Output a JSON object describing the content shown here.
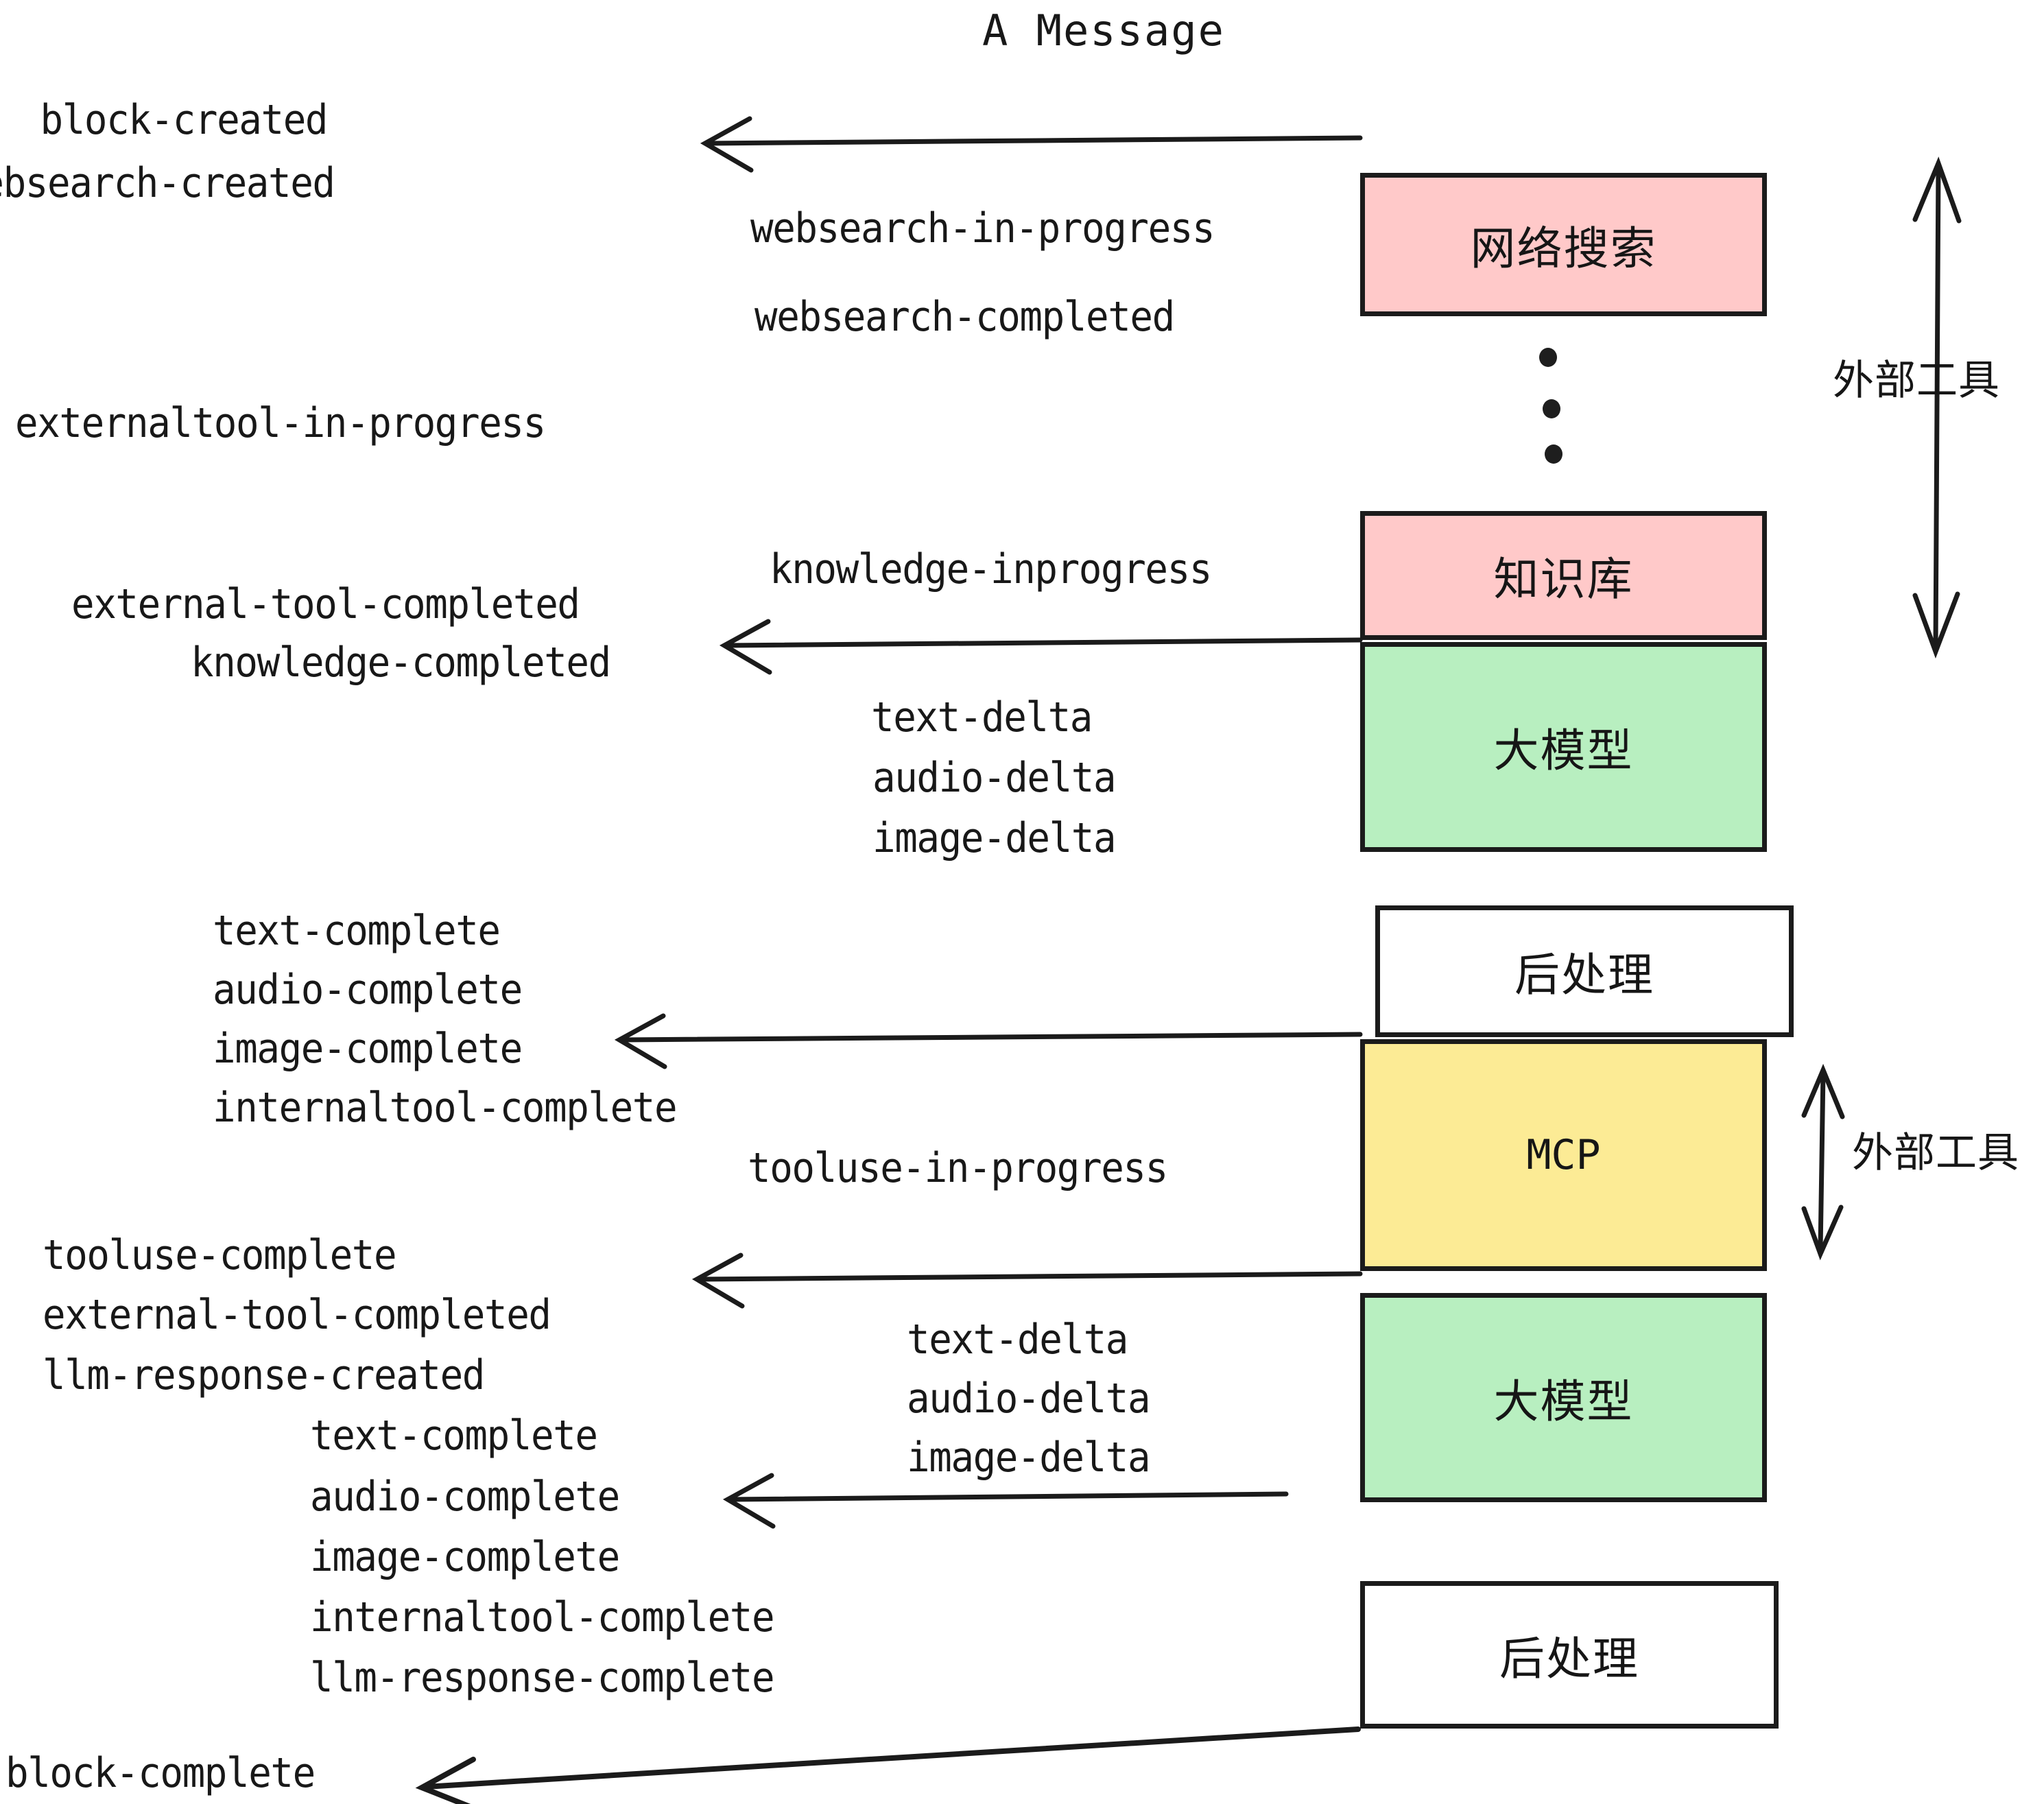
{
  "title": "A Message",
  "colors": {
    "pink": "#FFC9C9",
    "green": "#B8EFC0",
    "yellow": "#FCEB95",
    "white": "#FFFFFF",
    "stroke": "#1b1b1b",
    "text": "#181818"
  },
  "boxes": [
    {
      "id": "websearch",
      "label": "网络搜索",
      "fill": "#FFC9C9",
      "mono": false
    },
    {
      "id": "knowledge",
      "label": "知识库",
      "fill": "#FFC9C9",
      "mono": false
    },
    {
      "id": "llm-top",
      "label": "大模型",
      "fill": "#B8EFC0",
      "mono": false
    },
    {
      "id": "postprocess-top",
      "label": "后处理",
      "fill": "#FFFFFF",
      "mono": false
    },
    {
      "id": "mcp",
      "label": "MCP",
      "fill": "#FCEB95",
      "mono": true
    },
    {
      "id": "llm-bottom",
      "label": "大模型",
      "fill": "#B8EFC0",
      "mono": false
    },
    {
      "id": "postprocess-bottom",
      "label": "后处理",
      "fill": "#FFFFFF",
      "mono": false
    }
  ],
  "side_labels": [
    {
      "id": "external-tools-upper",
      "text": "外部工具"
    },
    {
      "id": "external-tools-lower",
      "text": "外部工具"
    }
  ],
  "events": {
    "block_created": "block-created",
    "websearch_created": "websearch-created",
    "websearch_in_progress": "websearch-in-progress",
    "websearch_completed": "websearch-completed",
    "externaltool_in_progress": "externaltool-in-progress",
    "knowledge_inprogress": "knowledge-inprogress",
    "external_tool_completed_1": "external-tool-completed",
    "knowledge_completed": "knowledge-completed",
    "text_delta_1": "text-delta",
    "audio_delta_1": "audio-delta",
    "image_delta_1": "image-delta",
    "text_complete_1": "text-complete",
    "audio_complete_1": "audio-complete",
    "image_complete_1": "image-complete",
    "internaltool_complete_1": "internaltool-complete",
    "tooluse_in_progress": "tooluse-in-progress",
    "tooluse_complete": "tooluse-complete",
    "external_tool_completed_2": "external-tool-completed",
    "llm_response_created": "llm-response-created",
    "text_delta_2": "text-delta",
    "audio_delta_2": "audio-delta",
    "image_delta_2": "image-delta",
    "text_complete_2": "text-complete",
    "audio_complete_2": "audio-complete",
    "image_complete_2": "image-complete",
    "internaltool_complete_2": "internaltool-complete",
    "llm_response_complete": "llm-response-complete",
    "block_complete": "block-complete"
  }
}
